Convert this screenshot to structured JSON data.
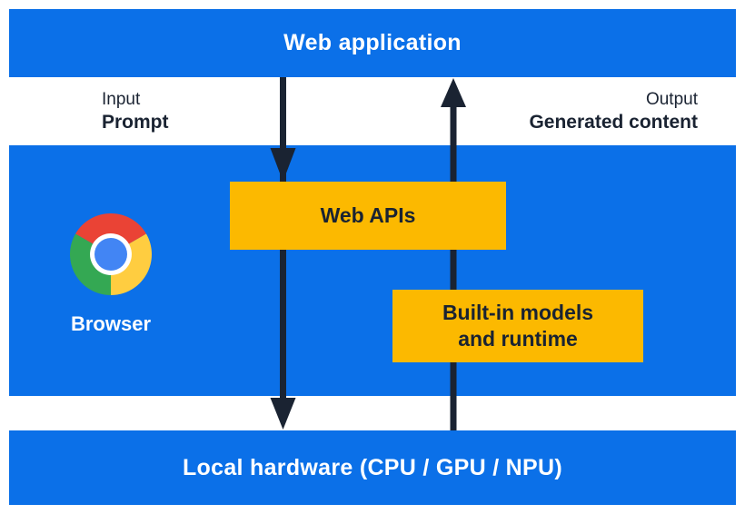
{
  "layers": {
    "web_application": {
      "label": "Web application"
    },
    "browser": {
      "label": "Browser",
      "web_apis": {
        "label": "Web APIs"
      },
      "built_in_models": {
        "label": "Built-in models and runtime",
        "label_lines": [
          "Built-in models",
          "and runtime"
        ]
      }
    },
    "local_hardware": {
      "label": "Local hardware (CPU / GPU / NPU)"
    }
  },
  "flows": {
    "input": {
      "title": "Input",
      "subtitle": "Prompt",
      "direction": "down"
    },
    "output": {
      "title": "Output",
      "subtitle": "Generated content",
      "direction": "up"
    }
  },
  "icons": {
    "browser_icon": "chrome-logo"
  },
  "colors": {
    "blue": "#0B70E8",
    "yellow": "#FCB900",
    "dark": "#1A2332",
    "white_text": "#FFFFFF",
    "chrome_red": "#EA4335",
    "chrome_yellow": "#FFCD40",
    "chrome_green": "#34A853",
    "chrome_blue": "#4285F4"
  }
}
